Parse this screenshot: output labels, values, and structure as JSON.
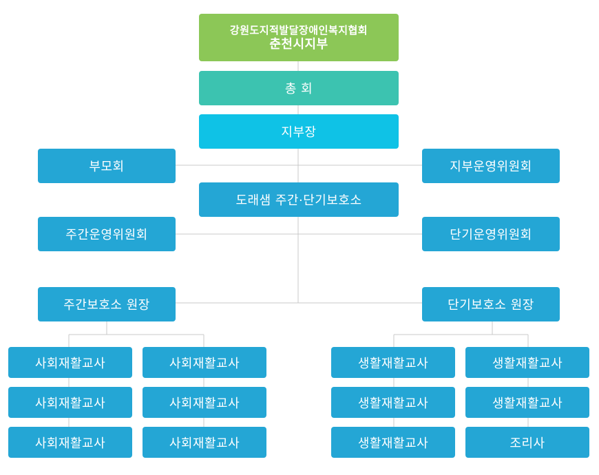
{
  "org": {
    "line1": "강원도지적발달장애인복지협회",
    "line2": "춘천시지부"
  },
  "general_assembly": "총 회",
  "branch_head": "지부장",
  "parents_association": "부모회",
  "branch_committee": "지부운영위원회",
  "center": "도래샘 주간·단기보호소",
  "day_committee": "주간운영위원회",
  "short_committee": "단기운영위원회",
  "day_director": "주간보호소 원장",
  "short_director": "단기보호소 원장",
  "day_staff_left": [
    "사회재활교사",
    "사회재활교사",
    "사회재활교사"
  ],
  "day_staff_right": [
    "사회재활교사",
    "사회재활교사",
    "사회재활교사"
  ],
  "short_staff_left": [
    "생활재활교사",
    "생활재활교사",
    "생활재활교사"
  ],
  "short_staff_right": [
    "생활재활교사",
    "생활재활교사",
    "조리사"
  ],
  "colors": {
    "green": "#8cc757",
    "teal": "#3cc3b0",
    "cyan": "#0fc2e6",
    "blue": "#24a6d5",
    "line": "#c8c8c8"
  }
}
